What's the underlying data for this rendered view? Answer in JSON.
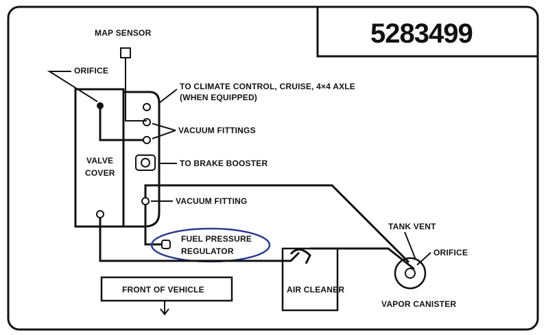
{
  "diagram": {
    "part_number": "5283499",
    "labels": {
      "map_sensor": "MAP SENSOR",
      "orifice_left": "ORIFICE",
      "to_climate_line1": "TO CLIMATE CONTROL, CRUISE, 4×4 AXLE",
      "to_climate_line2": "(WHEN EQUIPPED)",
      "vacuum_fittings": "VACUUM FITTINGS",
      "valve_cover_line1": "VALVE",
      "valve_cover_line2": "COVER",
      "brake_booster": "TO BRAKE BOOSTER",
      "vacuum_fitting": "VACUUM FITTING",
      "fuel_regulator_line1": "FUEL PRESSURE",
      "fuel_regulator_line2": "REGULATOR",
      "tank_vent": "TANK VENT",
      "orifice_right": "ORIFICE",
      "front_of_vehicle": "FRONT OF VEHICLE",
      "air_cleaner": "AIR CLEANER",
      "vapor_canister": "VAPOR CANISTER"
    },
    "highlight_color": "#2b3a8f",
    "line_color": "#111111"
  }
}
